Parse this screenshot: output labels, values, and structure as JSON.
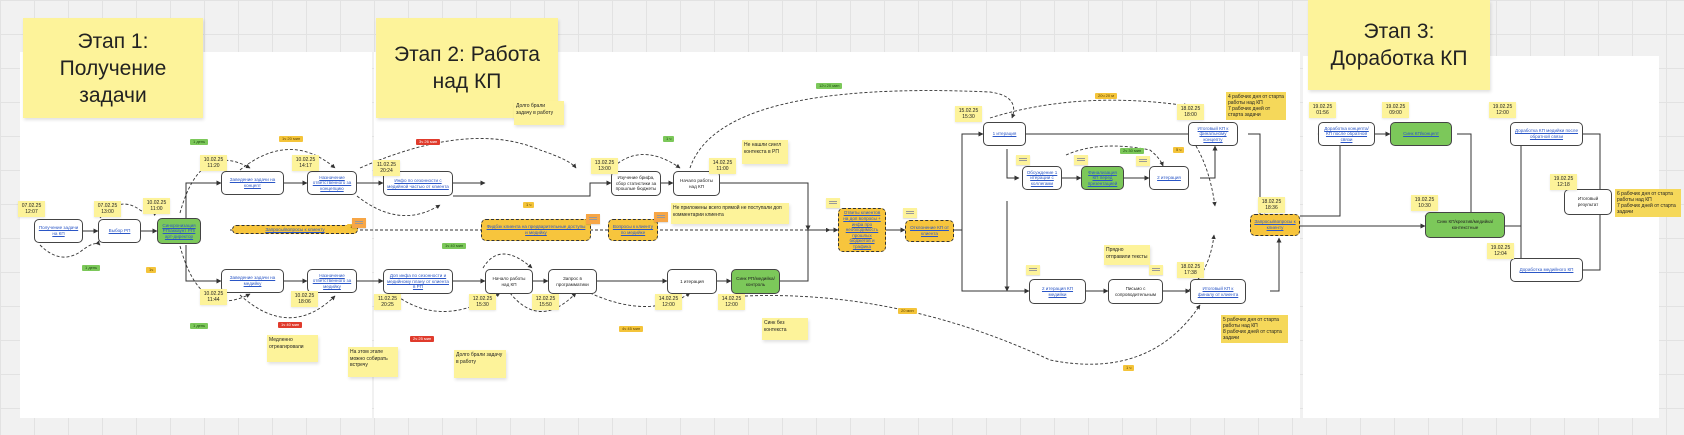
{
  "stages": {
    "s1": "Этап 1:\nПолучение\nзадачи",
    "s2": "Этап 2: Работа\nнад КП",
    "s3": "Этап 3:\nДоработка КП"
  },
  "boxes": {
    "b1": "Получение задачи на КП",
    "b2": "Выбор РП",
    "b3": "Синхронизация РП/аккаунт РП/арт-директор",
    "b4": "Заведение задачи на концепт",
    "b5": "Назначение ответственного за концепцию",
    "b6": "Заведение задачи на медийку",
    "b7": "Назначение ответственного за медийку",
    "b8": "Инфо по сезонности с медийной частью от клиента",
    "b9": "Изучение брифа, сбор статистики за прошлые бюджеты",
    "b10": "Начало работы над КП",
    "b11": "Доп инфа по сезонности и медийному плану от клиента в РП",
    "b12": "Начало работы над КП",
    "b13": "Запрос в программатики",
    "b14": "1 итерация",
    "b15": "Синк РП/медийка/контроль",
    "b16": "Ответы клиентов на доп вопросы + инфа про необходимость прошлых бюджетов и трафика",
    "b17": "Отклонение КП от клиента",
    "b18": "1 итерация",
    "b19": "Обсуждение 1 итерации с коллегами",
    "b20": "Финализация КП перед презентацией",
    "b21": "2 итерация",
    "b22": "Итоговый КП к финальному концепту",
    "b23": "2 итерация КП медийки",
    "b24": "Письмо с сопроводительным",
    "b25": "Итоговый КП к финалу от клиента",
    "b26": "Доработка концепта/КП после обратной связи",
    "b27": "Синк КП/концепт",
    "b28": "Синк КП/креатив/медийка/контекстные",
    "b29": "Доработка КП медийки после обратной связи",
    "b30": "Доработка медийного КП",
    "b31": "Итоговый результат",
    "b32": "Запросы/вопросы к клиенту",
    "b33": "Фидбэк клиента на предварительные доступы и медийку",
    "b34": "Вопросы к клиенту по медийке"
  },
  "dates": {
    "d1": "07.02.25\n12:07",
    "d2": "07.02.25\n13:00",
    "d3": "10.02.25\n11:00",
    "d4": "10.02.25\n11:20",
    "d5": "10.02.25\n14:17",
    "d6": "11.02.25\n20:24",
    "d7": "13.02.25\n13:00",
    "d8": "14.02.25\n11:00",
    "d9": "10.02.25\n11:44",
    "d10": "10.02.25\n18:06",
    "d11": "11.02.25\n20:25",
    "d12": "12.02.25\n15:30",
    "d13": "12.02.25\n15:50",
    "d14": "14.02.25\n12:00",
    "d15": "14.02.25\n12:00",
    "d16": "15.02.25\n15:30",
    "d17": "18.02.25\n18:00",
    "d18": "18.02.25\n18:36",
    "d19": "18.02.25\n17:38",
    "d20": "19.02.25\n01:56",
    "d21": "19.02.25\n09:00",
    "d22": "19.02.25\n10:30",
    "d23": "19.02.25\n12:00",
    "d24": "19.02.25\n12:04",
    "d25": "19.02.25\n12:18"
  },
  "notes": {
    "n1": "Долго брали задачу в работу",
    "n2": "Не нашли сингл контекста в РП",
    "n3": "Не приложены всего прямой не поступали доп комментарии клиента",
    "n4": "Медленно отреагировали",
    "n5": "На этом этапе можно собирать встречу",
    "n6": "Долго брали задачу в работу",
    "n7": "Синк без контекста",
    "n8": "Прядно отправили тексты"
  },
  "summary": {
    "s_top": "4 рабочих дня от старта работы над КП\n7 рабочих дней от старта задачи",
    "s_bottom": "5 рабочих дня от старта работы над КП\n8 рабочих дней от старта задачи",
    "s_final": "6 рабочих дня от старта работы над КП\n7 рабочих дней от старта задачи"
  },
  "tags": {
    "t1": "1 день",
    "t2": "1ч 20 мин",
    "t3": "3ч 26 мин",
    "t4": "1ч 40 мин",
    "t5": "2ч 25 мин",
    "t6": "1 день",
    "t7": "3ч 10 мин",
    "t8": "12ч 20 мин",
    "t9": "20ч 20 м",
    "t10": "1ч",
    "t11": "1ч 40 мин",
    "t12": "1 день",
    "t13": "2ч 30 мин",
    "t14": "5 ч",
    "t15": "4ч 45 мин",
    "t16": "20 мин",
    "t17": "1 ч"
  },
  "colors": {
    "sticky": "#fdf39a",
    "green": "#7cc85a",
    "orange": "#f4c43a",
    "red": "#e03b2c",
    "link": "#2a56c6"
  }
}
